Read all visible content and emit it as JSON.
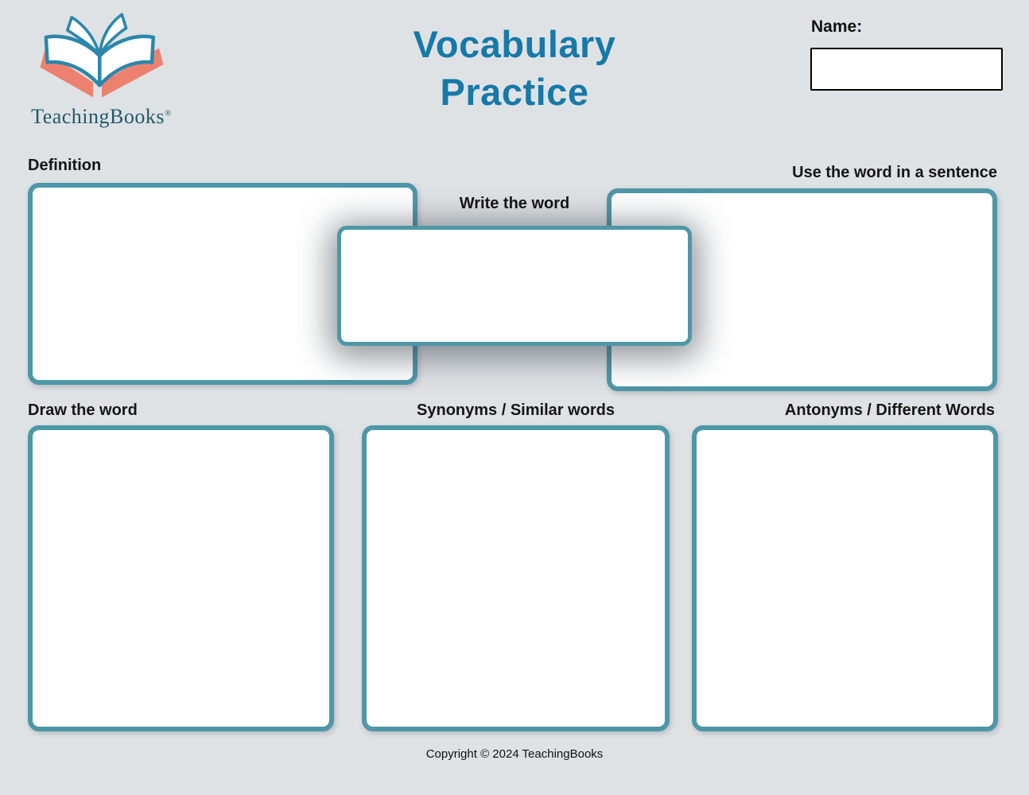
{
  "page": {
    "title_line1": "Vocabulary",
    "title_line2": "Practice",
    "name_label": "Name:",
    "name_value": ""
  },
  "logo": {
    "text": "TeachingBooks",
    "registered_mark": "®",
    "icon": "open-book-icon"
  },
  "sections": {
    "definition_label": "Definition",
    "write_word_label": "Write the word",
    "sentence_label": "Use the word in a sentence",
    "draw_label": "Draw the word",
    "synonyms_label": "Synonyms / Similar words",
    "antonyms_label": "Antonyms / Different Words"
  },
  "footer": {
    "copyright": "Copyright © 2024 TeachingBooks"
  },
  "colors": {
    "background": "#dfe2e5",
    "box_border": "#4e97a8",
    "title_text": "#1779a8",
    "label_text": "#151515",
    "logo_teal": "#2b87ab",
    "logo_coral": "#ec8170",
    "logo_text": "#21586e"
  }
}
